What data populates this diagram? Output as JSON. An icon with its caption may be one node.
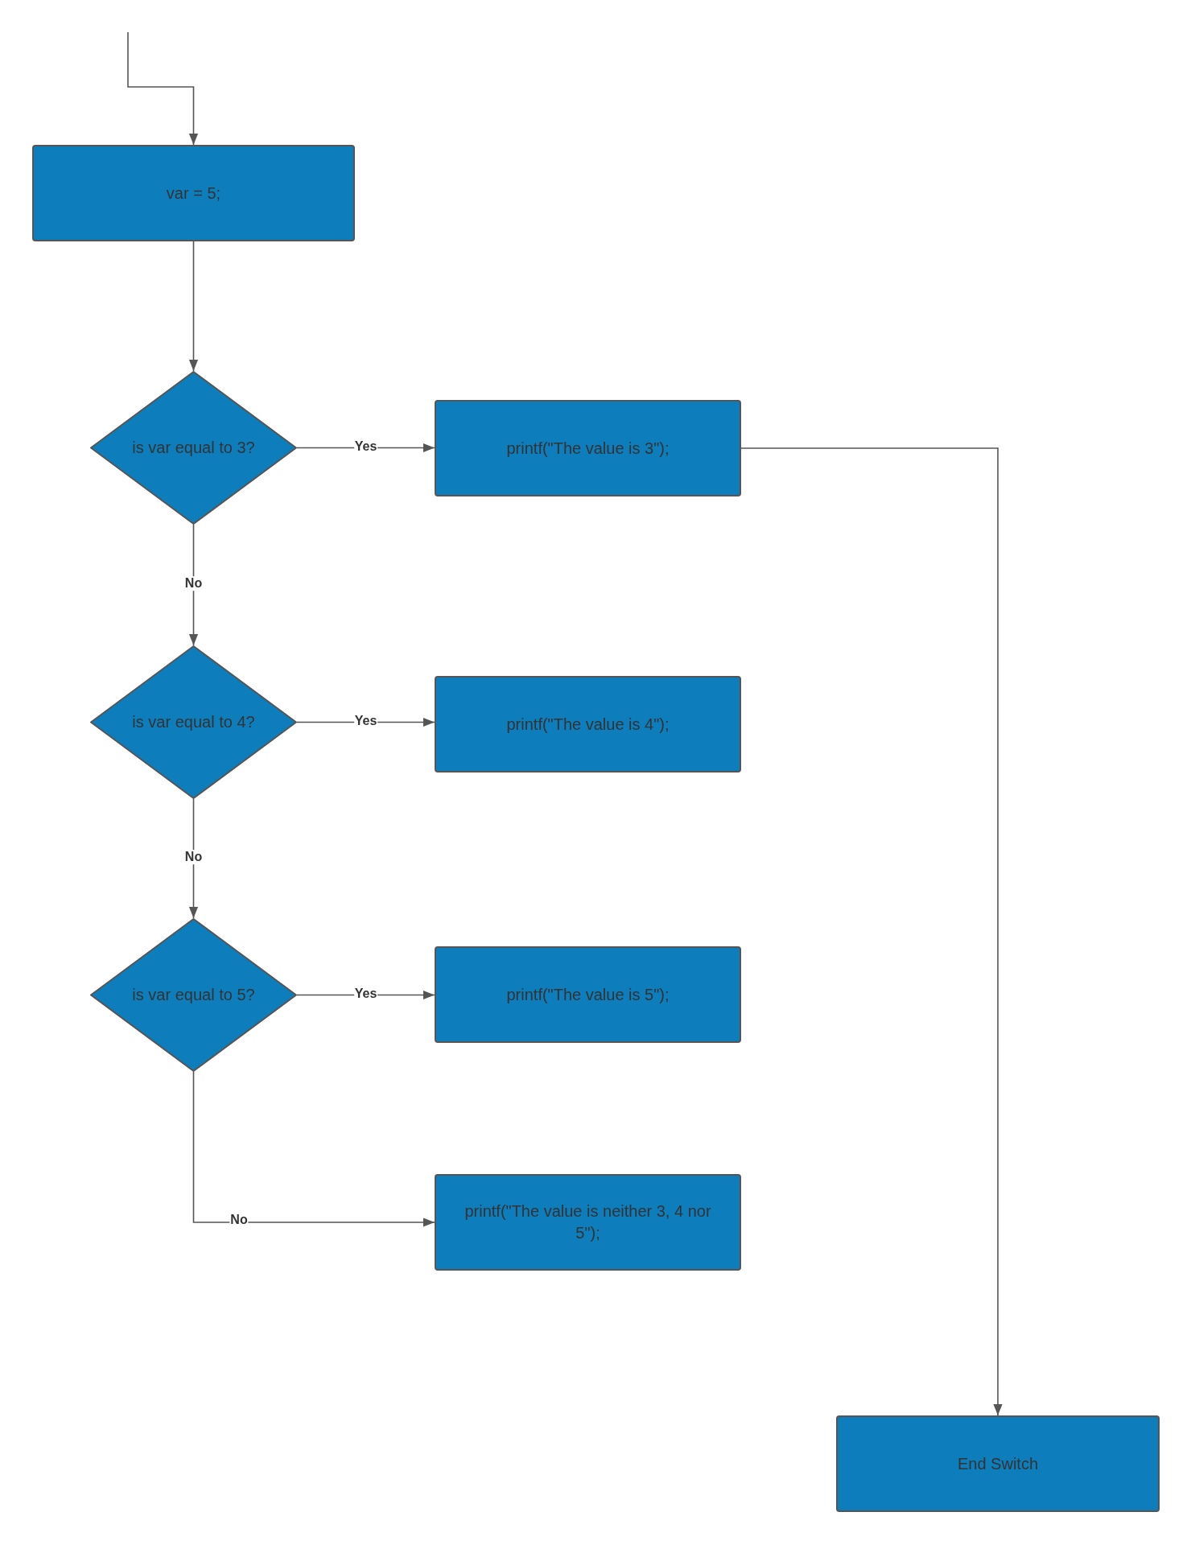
{
  "diagram": {
    "nodes": [
      {
        "text": [
          "var = 5;"
        ]
      },
      {
        "text": [
          "is var equal to 3?"
        ]
      },
      {
        "text": [
          "printf(\"The value is 3\");"
        ]
      },
      {
        "text": [
          "is var equal to 4?"
        ]
      },
      {
        "text": [
          "printf(\"The value is 4\");"
        ]
      },
      {
        "text": [
          "is var equal to 5?"
        ]
      },
      {
        "text": [
          "printf(\"The value is 5\");"
        ]
      },
      {
        "text": [
          "printf(\"The value is neither 3, 4 nor 5\");"
        ]
      },
      {
        "text": [
          "End Switch"
        ]
      }
    ],
    "edges": [
      {
        "from": null,
        "to": 0,
        "arrow": "to"
      },
      {
        "from": 0,
        "to": 1,
        "arrow": "to"
      },
      {
        "from": 1,
        "to": 2,
        "arrow": "to",
        "label": "Yes"
      },
      {
        "from": 1,
        "to": 3,
        "arrow": "to",
        "label": "No"
      },
      {
        "from": 3,
        "to": 4,
        "arrow": "to",
        "label": "Yes"
      },
      {
        "from": 3,
        "to": 5,
        "arrow": "to",
        "label": "No"
      },
      {
        "from": 5,
        "to": 6,
        "arrow": "to",
        "label": "Yes"
      },
      {
        "from": 5,
        "to": 7,
        "arrow": "to",
        "label": "No"
      },
      {
        "from": 2,
        "to": 8,
        "arrow": "to"
      }
    ]
  }
}
